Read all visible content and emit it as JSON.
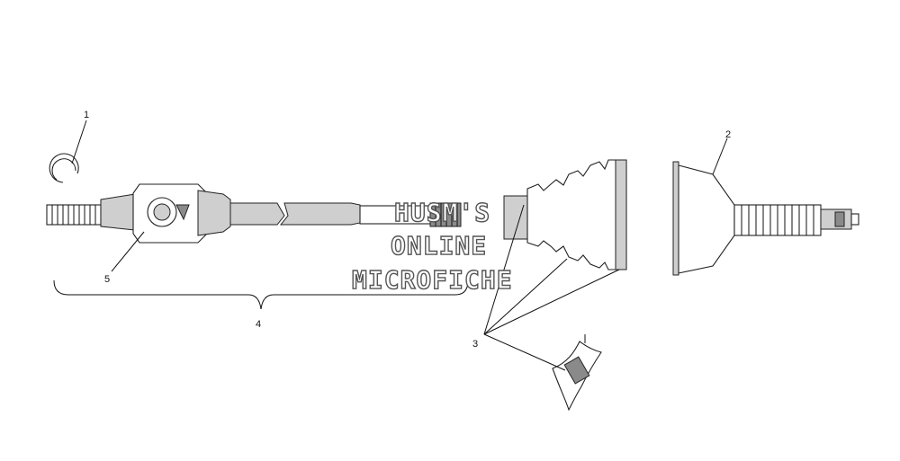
{
  "callouts": {
    "c1": "1",
    "c2": "2",
    "c3": "3",
    "c4": "4",
    "c5": "5"
  },
  "watermark": {
    "line1": "HUSM'S",
    "line2": "ONLINE",
    "line3": "MICROFICHE"
  },
  "colors": {
    "line": "#111111",
    "shade": "#cfcfcf",
    "background": "#ffffff"
  }
}
